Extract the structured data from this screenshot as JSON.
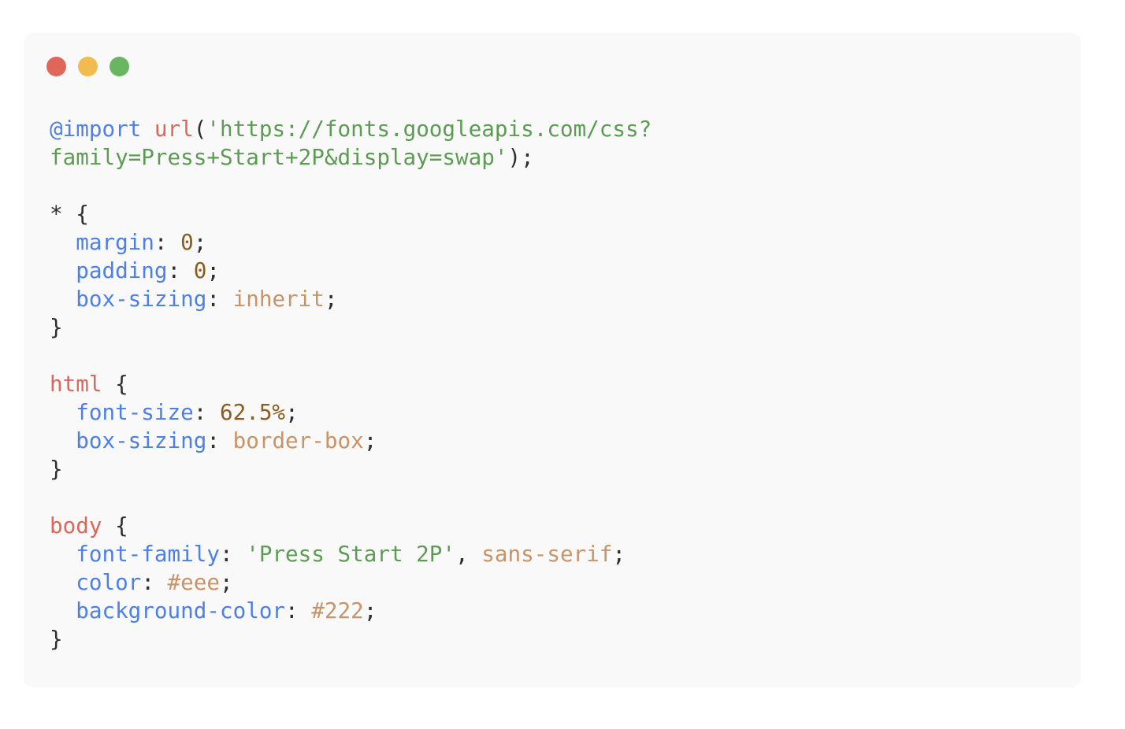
{
  "window": {
    "controls": [
      "close",
      "minimize",
      "maximize"
    ],
    "colors": {
      "close": "#e0665a",
      "minimize": "#f2bb4e",
      "maximize": "#6ab562"
    }
  },
  "code": {
    "lines": [
      [
        {
          "t": "kw",
          "v": "@import"
        },
        {
          "t": "punc",
          "v": " "
        },
        {
          "t": "fn",
          "v": "url"
        },
        {
          "t": "punc",
          "v": "("
        },
        {
          "t": "str",
          "v": "'https://fonts.googleapis.com/css?"
        }
      ],
      [
        {
          "t": "str",
          "v": "family=Press+Start+2P&display=swap'"
        },
        {
          "t": "punc",
          "v": ");"
        }
      ],
      [],
      [
        {
          "t": "punc",
          "v": "* {"
        }
      ],
      [
        {
          "t": "punc",
          "v": "  "
        },
        {
          "t": "kw",
          "v": "margin"
        },
        {
          "t": "punc",
          "v": ": "
        },
        {
          "t": "num",
          "v": "0"
        },
        {
          "t": "punc",
          "v": ";"
        }
      ],
      [
        {
          "t": "punc",
          "v": "  "
        },
        {
          "t": "kw",
          "v": "padding"
        },
        {
          "t": "punc",
          "v": ": "
        },
        {
          "t": "num",
          "v": "0"
        },
        {
          "t": "punc",
          "v": ";"
        }
      ],
      [
        {
          "t": "punc",
          "v": "  "
        },
        {
          "t": "kw",
          "v": "box-sizing"
        },
        {
          "t": "punc",
          "v": ": "
        },
        {
          "t": "val",
          "v": "inherit"
        },
        {
          "t": "punc",
          "v": ";"
        }
      ],
      [
        {
          "t": "punc",
          "v": "}"
        }
      ],
      [],
      [
        {
          "t": "sel",
          "v": "html"
        },
        {
          "t": "punc",
          "v": " {"
        }
      ],
      [
        {
          "t": "punc",
          "v": "  "
        },
        {
          "t": "kw",
          "v": "font-size"
        },
        {
          "t": "punc",
          "v": ": "
        },
        {
          "t": "num",
          "v": "62.5%"
        },
        {
          "t": "punc",
          "v": ";"
        }
      ],
      [
        {
          "t": "punc",
          "v": "  "
        },
        {
          "t": "kw",
          "v": "box-sizing"
        },
        {
          "t": "punc",
          "v": ": "
        },
        {
          "t": "val",
          "v": "border-box"
        },
        {
          "t": "punc",
          "v": ";"
        }
      ],
      [
        {
          "t": "punc",
          "v": "}"
        }
      ],
      [],
      [
        {
          "t": "sel",
          "v": "body"
        },
        {
          "t": "punc",
          "v": " {"
        }
      ],
      [
        {
          "t": "punc",
          "v": "  "
        },
        {
          "t": "kw",
          "v": "font-family"
        },
        {
          "t": "punc",
          "v": ": "
        },
        {
          "t": "str",
          "v": "'Press Start 2P'"
        },
        {
          "t": "punc",
          "v": ", "
        },
        {
          "t": "val",
          "v": "sans-serif"
        },
        {
          "t": "punc",
          "v": ";"
        }
      ],
      [
        {
          "t": "punc",
          "v": "  "
        },
        {
          "t": "kw",
          "v": "color"
        },
        {
          "t": "punc",
          "v": ": "
        },
        {
          "t": "val",
          "v": "#eee"
        },
        {
          "t": "punc",
          "v": ";"
        }
      ],
      [
        {
          "t": "punc",
          "v": "  "
        },
        {
          "t": "kw",
          "v": "background-color"
        },
        {
          "t": "punc",
          "v": ": "
        },
        {
          "t": "val",
          "v": "#222"
        },
        {
          "t": "punc",
          "v": ";"
        }
      ],
      [
        {
          "t": "punc",
          "v": "}"
        }
      ]
    ]
  }
}
